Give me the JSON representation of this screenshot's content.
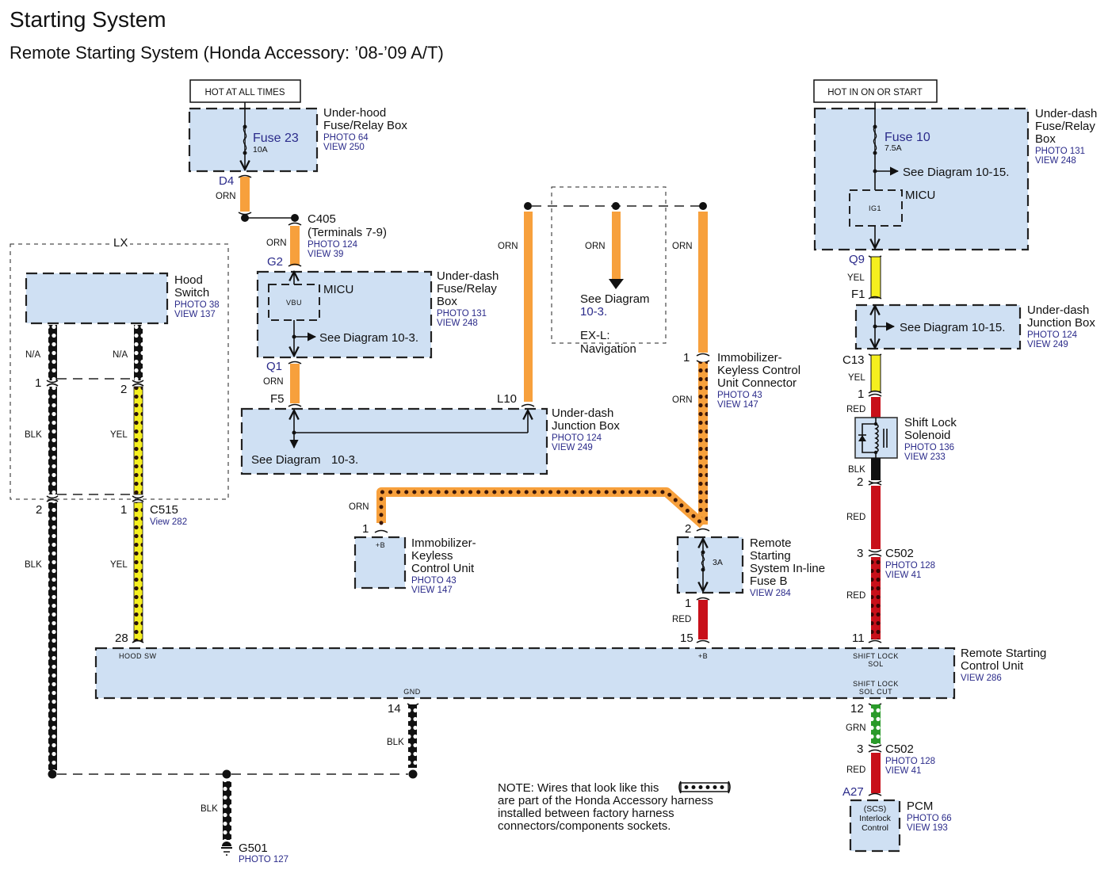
{
  "header": {
    "title": "Starting System",
    "subtitle": "Remote Starting System (Honda Accessory: ’08-’09 A/T)"
  },
  "colors": {
    "component_fill": "#cfe0f3",
    "orn": "#f7a03c",
    "yel": "#f5ef1e",
    "red": "#c8101a",
    "blk": "#111111",
    "grn": "#2a9a2a",
    "ref_text": "#2b2b8a"
  },
  "power_labels": {
    "hot_at_all_times": "HOT AT ALL TIMES",
    "hot_in_on_or_start": "HOT IN ON OR START"
  },
  "components": {
    "underhood_box": {
      "name_lines": [
        "Under-hood",
        "Fuse/Relay Box"
      ],
      "photo": "PHOTO 64",
      "view": "VIEW 250",
      "fuse": "Fuse 23",
      "amp": "10A"
    },
    "c405": {
      "name": "C405",
      "detail": "(Terminals 7-9)",
      "photo": "PHOTO 124",
      "view": "VIEW 39"
    },
    "underdash_fuse_left": {
      "name_lines": [
        "Under-dash",
        "Fuse/Relay",
        "Box"
      ],
      "photo": "PHOTO 131",
      "view": "VIEW 248",
      "micu": "MICU",
      "micu_pin": "VBU",
      "see": "See",
      "see_ref": "Diagram 10-3."
    },
    "underdash_junction_left": {
      "name_lines": [
        "Under-dash",
        "Junction Box"
      ],
      "photo": "PHOTO 124",
      "view": "VIEW 249",
      "see": "See Diagram",
      "see_ref": "10-3."
    },
    "nav_branch": {
      "see": "See Diagram",
      "see_ref": "10-3.",
      "option_lines": [
        "EX-L:",
        "Navigation"
      ]
    },
    "lx_group": {
      "label": "LX"
    },
    "hood_switch": {
      "name_lines": [
        "Hood",
        "Switch"
      ],
      "photo": "PHOTO 38",
      "view": "VIEW 137"
    },
    "c515": {
      "name": "C515",
      "view": "View 282"
    },
    "immobilizer_connector": {
      "name_lines": [
        "Immobilizer-",
        "Keyless Control",
        "Unit Connector"
      ],
      "photo": "PHOTO 43",
      "view": "VIEW 147"
    },
    "immobilizer_unit": {
      "name_lines": [
        "Immobilizer-",
        "Keyless",
        "Control Unit"
      ],
      "photo": "PHOTO 43",
      "view": "VIEW 147",
      "pin_label": "+B"
    },
    "inline_fuse_b": {
      "name_lines": [
        "Remote",
        "Starting",
        "System In-line",
        "Fuse B"
      ],
      "view": "VIEW 284",
      "amp": "3A"
    },
    "remote_start_unit": {
      "name_lines": [
        "Remote Starting",
        "Control Unit"
      ],
      "view": "VIEW 286",
      "pins": {
        "hood_sw": "HOOD SW",
        "plus_b": "+B",
        "gnd": "GND",
        "shift_lock_sol": [
          "SHIFT LOCK",
          "SOL"
        ],
        "shift_lock_sol_cut": [
          "SHIFT LOCK",
          "SOL CUT"
        ]
      }
    },
    "underdash_fuse_right": {
      "name_lines": [
        "Under-dash",
        "Fuse/Relay",
        "Box"
      ],
      "photo": "PHOTO 131",
      "view": "VIEW 248",
      "fuse": "Fuse 10",
      "amp": "7.5A",
      "see": "See",
      "see_ref": "Diagram 10-15.",
      "micu": "MICU",
      "micu_pin": "IG1"
    },
    "underdash_junction_right": {
      "name_lines": [
        "Under-dash",
        "Junction Box"
      ],
      "photo": "PHOTO 124",
      "view": "VIEW 249",
      "see": "See",
      "see_ref": "Diagram 10-15."
    },
    "shift_lock_solenoid": {
      "name_lines": [
        "Shift Lock",
        "Solenoid"
      ],
      "photo": "PHOTO 136",
      "view": "VIEW 233"
    },
    "c502_top": {
      "name": "C502",
      "photo": "PHOTO 128",
      "view": "VIEW 41"
    },
    "c502_bottom": {
      "name": "C502",
      "photo": "PHOTO 128",
      "view": "VIEW 41"
    },
    "pcm": {
      "name": "PCM",
      "photo": "PHOTO 66",
      "view": "VIEW 193",
      "inner_lines": [
        "(SCS)",
        "Interlock",
        "Control"
      ]
    },
    "g501": {
      "name": "G501",
      "photo": "PHOTO 127"
    }
  },
  "pins": {
    "d4": "D4",
    "g2": "G2",
    "q1": "Q1",
    "f5": "F5",
    "l10": "L10",
    "q9": "Q9",
    "f1": "F1",
    "c13": "C13",
    "a27": "A27",
    "hs1": "1",
    "hs2": "2",
    "c515_2": "2",
    "c515_1": "1",
    "rsu_28": "28",
    "imm_conn_1": "1",
    "fuseb_2": "2",
    "fuseb_1": "1",
    "rsu_15": "15",
    "imm_unit_1": "1",
    "sol_1": "1",
    "sol_2": "2",
    "c502_3a": "3",
    "rsu_11": "11",
    "rsu_12": "12",
    "c502_3b": "3",
    "rsu_14": "14"
  },
  "wire_colors": {
    "d4_c405": "ORN",
    "c405_g2": "ORN",
    "q1_f5": "ORN",
    "l10_orn": "ORN",
    "nav_orn": "ORN",
    "right_orn": "ORN",
    "imm_conn_orn": "ORN",
    "imm_unit_orn": "ORN",
    "hs_na_left": "N/A",
    "hs_na_right": "N/A",
    "hs_blk_1": "BLK",
    "hs_yel_1": "YEL",
    "hs_blk_2": "BLK",
    "hs_yel_2": "YEL",
    "fuseb_red": "RED",
    "gnd_blk": "BLK",
    "g501_blk": "BLK",
    "q9_yel": "YEL",
    "c13_yel": "YEL",
    "sol_red": "RED",
    "sol_blk": "BLK",
    "sol_red2": "RED",
    "c502_red": "RED",
    "grn": "GRN",
    "pcm_red": "RED"
  },
  "note": {
    "lines": [
      "NOTE: Wires that look like this",
      "are part of the Honda Accessory harness",
      "installed between factory harness",
      "connectors/components sockets."
    ]
  }
}
